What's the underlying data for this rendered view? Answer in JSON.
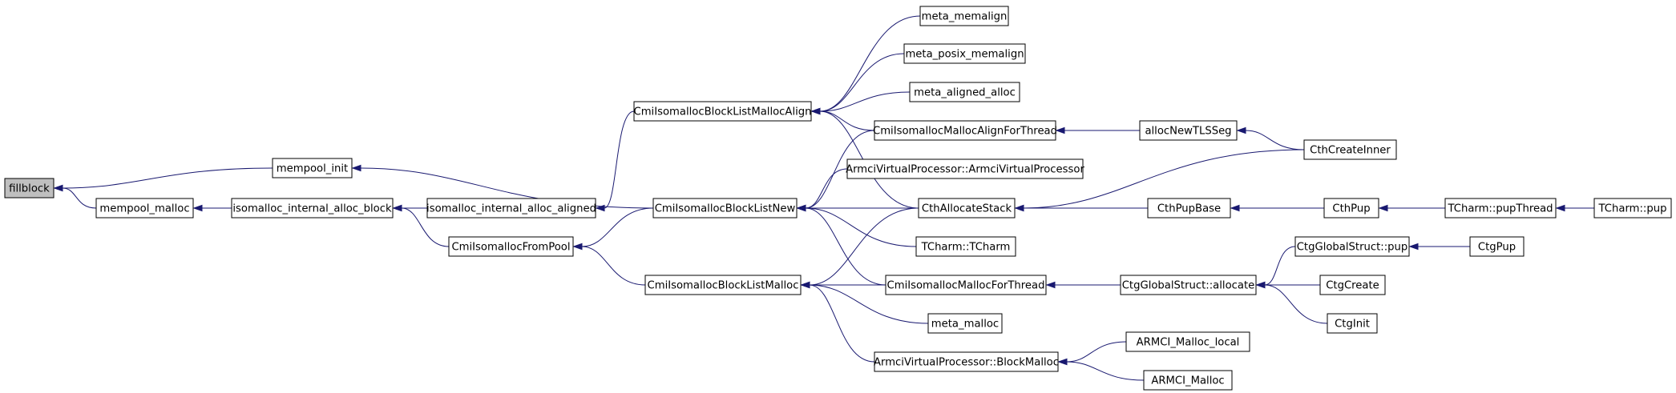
{
  "graph": {
    "colors": {
      "edge": "#191970",
      "root_fill": "#bfbfbf",
      "node_fill": "#ffffff",
      "node_border": "#000000"
    },
    "nodes": [
      {
        "id": "fillblock",
        "label": "fillblock"
      },
      {
        "id": "mempool_init",
        "label": "mempool_init"
      },
      {
        "id": "mempool_malloc",
        "label": "mempool_malloc"
      },
      {
        "id": "isomalloc_internal_alloc_block",
        "label": "isomalloc_internal_alloc_block"
      },
      {
        "id": "isomalloc_internal_alloc_aligned",
        "label": "isomalloc_internal_alloc_aligned"
      },
      {
        "id": "CmiIsomallocFromPool",
        "label": "CmiIsomallocFromPool"
      },
      {
        "id": "CmiIsomallocBlockListMallocAlign",
        "label": "CmiIsomallocBlockListMallocAlign"
      },
      {
        "id": "CmiIsomallocBlockListNew",
        "label": "CmiIsomallocBlockListNew"
      },
      {
        "id": "CmiIsomallocBlockListMalloc",
        "label": "CmiIsomallocBlockListMalloc"
      },
      {
        "id": "meta_memalign",
        "label": "meta_memalign"
      },
      {
        "id": "meta_posix_memalign",
        "label": "meta_posix_memalign"
      },
      {
        "id": "meta_aligned_alloc",
        "label": "meta_aligned_alloc"
      },
      {
        "id": "CmiIsomallocMallocAlignForThread",
        "label": "CmiIsomallocMallocAlignForThread"
      },
      {
        "id": "ArmciVP_ctor",
        "label": "ArmciVirtualProcessor::ArmciVirtualProcessor"
      },
      {
        "id": "CthAllocateStack",
        "label": "CthAllocateStack"
      },
      {
        "id": "TCharm_TCharm",
        "label": "TCharm::TCharm"
      },
      {
        "id": "CmiIsomallocMallocForThread",
        "label": "CmiIsomallocMallocForThread"
      },
      {
        "id": "meta_malloc",
        "label": "meta_malloc"
      },
      {
        "id": "ArmciVP_BlockMalloc",
        "label": "ArmciVirtualProcessor::BlockMalloc"
      },
      {
        "id": "allocNewTLSSeg",
        "label": "allocNewTLSSeg"
      },
      {
        "id": "CthCreateInner",
        "label": "CthCreateInner"
      },
      {
        "id": "CthPupBase",
        "label": "CthPupBase"
      },
      {
        "id": "CthPup",
        "label": "CthPup"
      },
      {
        "id": "TCharm_pupThread",
        "label": "TCharm::pupThread"
      },
      {
        "id": "TCharm_pup",
        "label": "TCharm::pup"
      },
      {
        "id": "CtgGlobalStruct_allocate",
        "label": "CtgGlobalStruct::allocate"
      },
      {
        "id": "CtgGlobalStruct_pup",
        "label": "CtgGlobalStruct::pup"
      },
      {
        "id": "CtgPup",
        "label": "CtgPup"
      },
      {
        "id": "CtgCreate",
        "label": "CtgCreate"
      },
      {
        "id": "CtgInit",
        "label": "CtgInit"
      },
      {
        "id": "ARMCI_Malloc_local",
        "label": "ARMCI_Malloc_local"
      },
      {
        "id": "ARMCI_Malloc",
        "label": "ARMCI_Malloc"
      }
    ],
    "edges": [
      {
        "from": "mempool_init",
        "to": "fillblock"
      },
      {
        "from": "mempool_malloc",
        "to": "fillblock"
      },
      {
        "from": "isomalloc_internal_alloc_block",
        "to": "mempool_malloc"
      },
      {
        "from": "isomalloc_internal_alloc_aligned",
        "to": "isomalloc_internal_alloc_block"
      },
      {
        "from": "CmiIsomallocFromPool",
        "to": "isomalloc_internal_alloc_block"
      },
      {
        "from": "CmiIsomallocBlockListNew",
        "to": "mempool_init"
      },
      {
        "from": "CmiIsomallocBlockListMallocAlign",
        "to": "isomalloc_internal_alloc_aligned"
      },
      {
        "from": "CmiIsomallocBlockListNew",
        "to": "CmiIsomallocFromPool"
      },
      {
        "from": "CmiIsomallocBlockListMalloc",
        "to": "CmiIsomallocFromPool"
      },
      {
        "from": "meta_memalign",
        "to": "CmiIsomallocBlockListMallocAlign"
      },
      {
        "from": "meta_posix_memalign",
        "to": "CmiIsomallocBlockListMallocAlign"
      },
      {
        "from": "meta_aligned_alloc",
        "to": "CmiIsomallocBlockListMallocAlign"
      },
      {
        "from": "CmiIsomallocMallocAlignForThread",
        "to": "CmiIsomallocBlockListMallocAlign"
      },
      {
        "from": "CthAllocateStack",
        "to": "CmiIsomallocBlockListMallocAlign"
      },
      {
        "from": "CmiIsomallocMallocAlignForThread",
        "to": "CmiIsomallocBlockListNew"
      },
      {
        "from": "ArmciVP_ctor",
        "to": "CmiIsomallocBlockListNew"
      },
      {
        "from": "CthAllocateStack",
        "to": "CmiIsomallocBlockListNew"
      },
      {
        "from": "TCharm_TCharm",
        "to": "CmiIsomallocBlockListNew"
      },
      {
        "from": "CmiIsomallocMallocForThread",
        "to": "CmiIsomallocBlockListNew"
      },
      {
        "from": "CthAllocateStack",
        "to": "CmiIsomallocBlockListMalloc"
      },
      {
        "from": "CmiIsomallocMallocForThread",
        "to": "CmiIsomallocBlockListMalloc"
      },
      {
        "from": "meta_malloc",
        "to": "CmiIsomallocBlockListMalloc"
      },
      {
        "from": "ArmciVP_BlockMalloc",
        "to": "CmiIsomallocBlockListMalloc"
      },
      {
        "from": "allocNewTLSSeg",
        "to": "CmiIsomallocMallocAlignForThread"
      },
      {
        "from": "CthCreateInner",
        "to": "allocNewTLSSeg"
      },
      {
        "from": "CthCreateInner",
        "to": "CthAllocateStack"
      },
      {
        "from": "CthPupBase",
        "to": "CthAllocateStack"
      },
      {
        "from": "CthPup",
        "to": "CthPupBase"
      },
      {
        "from": "TCharm_pupThread",
        "to": "CthPup"
      },
      {
        "from": "TCharm_pup",
        "to": "TCharm_pupThread"
      },
      {
        "from": "CtgGlobalStruct_allocate",
        "to": "CmiIsomallocMallocForThread"
      },
      {
        "from": "CtgGlobalStruct_pup",
        "to": "CtgGlobalStruct_allocate"
      },
      {
        "from": "CtgCreate",
        "to": "CtgGlobalStruct_allocate"
      },
      {
        "from": "CtgInit",
        "to": "CtgGlobalStruct_allocate"
      },
      {
        "from": "CtgPup",
        "to": "CtgGlobalStruct_pup"
      },
      {
        "from": "ARMCI_Malloc_local",
        "to": "ArmciVP_BlockMalloc"
      },
      {
        "from": "ARMCI_Malloc",
        "to": "ArmciVP_BlockMalloc"
      }
    ]
  }
}
